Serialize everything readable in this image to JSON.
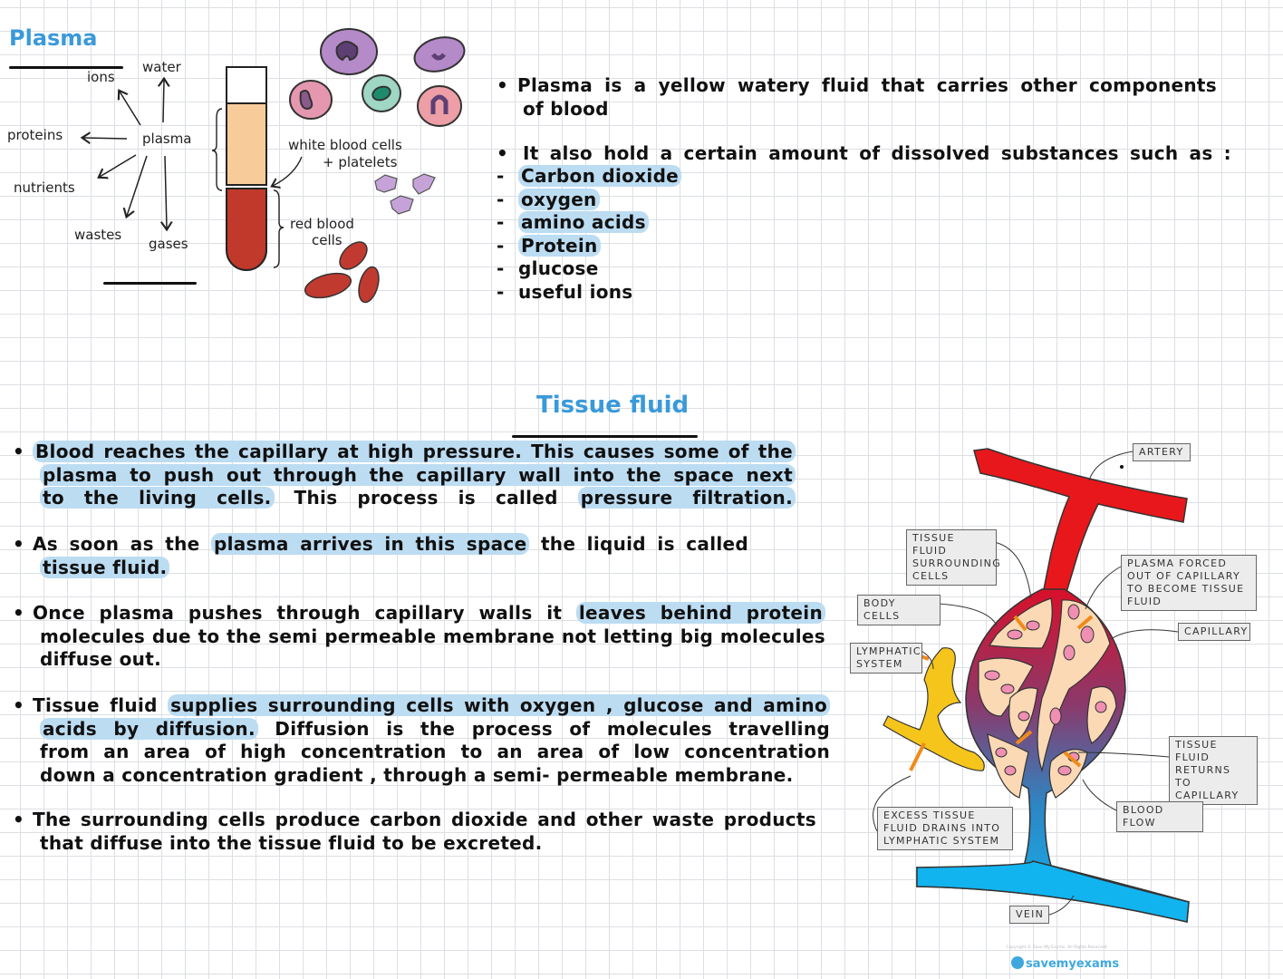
{
  "plasma_section": {
    "title": "Plasma",
    "diagram_labels": {
      "center": "plasma",
      "water": "water",
      "ions": "ions",
      "proteins": "proteins",
      "nutrients": "nutrients",
      "wastes": "wastes",
      "gases": "gases",
      "wbc": "white blood cells",
      "platelets": "+ platelets",
      "rbc_1": "red blood",
      "rbc_2": "cells"
    },
    "notes": [
      [
        {
          "t": "Plasma is a yellow watery fluid that carries other components"
        }
      ],
      [
        {
          "t": "of blood"
        }
      ],
      [
        {
          "t": "It also hold a certain amount of dissolved substances such as :"
        }
      ]
    ],
    "substances": [
      {
        "t": "Carbon dioxide",
        "hl": true
      },
      {
        "t": "oxygen",
        "hl": true
      },
      {
        "t": "amino acids",
        "hl": true
      },
      {
        "t": "Protein",
        "hl": true
      },
      {
        "t": "glucose",
        "hl": false
      },
      {
        "t": "useful ions",
        "hl": false
      }
    ]
  },
  "tissue_fluid_section": {
    "title": "Tissue fluid",
    "paragraphs": [
      [
        [
          {
            "t": "Blood reaches the capillary at high pressure. This causes some of the",
            "hl": true
          }
        ],
        [
          {
            "t": "plasma to push out through the capillary wall into the space next",
            "hl": true
          }
        ],
        [
          {
            "t": "to the living cells.",
            "hl": true
          },
          {
            "t": " This process is called "
          },
          {
            "t": "pressure filtration.",
            "hl": true
          }
        ]
      ],
      [
        [
          {
            "t": "As soon as the "
          },
          {
            "t": "plasma arrives in this space",
            "hl": true
          },
          {
            "t": " the liquid is called"
          }
        ],
        [
          {
            "t": "tissue fluid.",
            "hl": true
          }
        ]
      ],
      [
        [
          {
            "t": "Once plasma pushes through capillary walls it "
          },
          {
            "t": "leaves behind protein",
            "hl": true
          }
        ],
        [
          {
            "t": "molecules due to the semi permeable membrane not letting big molecules"
          }
        ],
        [
          {
            "t": "diffuse out."
          }
        ]
      ],
      [
        [
          {
            "t": "Tissue fluid "
          },
          {
            "t": "supplies surrounding cells with oxygen , glucose and amino",
            "hl": true
          }
        ],
        [
          {
            "t": "acids by diffusion.",
            "hl": true
          },
          {
            "t": " Diffusion is the process of molecules travelling"
          }
        ],
        [
          {
            "t": "from an area of high concentration to an area of low concentration"
          }
        ],
        [
          {
            "t": "down a concentration gradient , through a semi- permeable membrane."
          }
        ]
      ],
      [
        [
          {
            "t": "The surrounding cells produce carbon dioxide and other waste products"
          }
        ],
        [
          {
            "t": "that diffuse into the tissue fluid to be excreted."
          }
        ]
      ]
    ]
  },
  "capillary_diagram": {
    "labels": {
      "artery": "ARTERY",
      "tissue_fluid_surrounding": "TISSUE FLUID SURROUNDING CELLS",
      "plasma_forced": "PLASMA FORCED OUT OF CAPILLARY TO BECOME TISSUE FLUID",
      "body_cells": "BODY CELLS",
      "capillary": "CAPILLARY",
      "lymphatic": "LYMPHATIC SYSTEM",
      "returns": "TISSUE FLUID RETURNS TO CAPILLARY",
      "blood_flow": "BLOOD FLOW",
      "excess": "EXCESS TISSUE FLUID DRAINS INTO LYMPHATIC SYSTEM",
      "vein": "VEIN"
    },
    "copyright": "Copyright © Save My Exams. All Rights Reserved",
    "logo": "savemyexams"
  },
  "colors": {
    "title": "#3a9ad9",
    "highlight": "#bcdcf2",
    "artery": "#e8171b",
    "vein": "#12b4ef",
    "lymph": "#f6c51b",
    "tissue": "#fbd9b5",
    "cell": "#ef8fb2"
  }
}
